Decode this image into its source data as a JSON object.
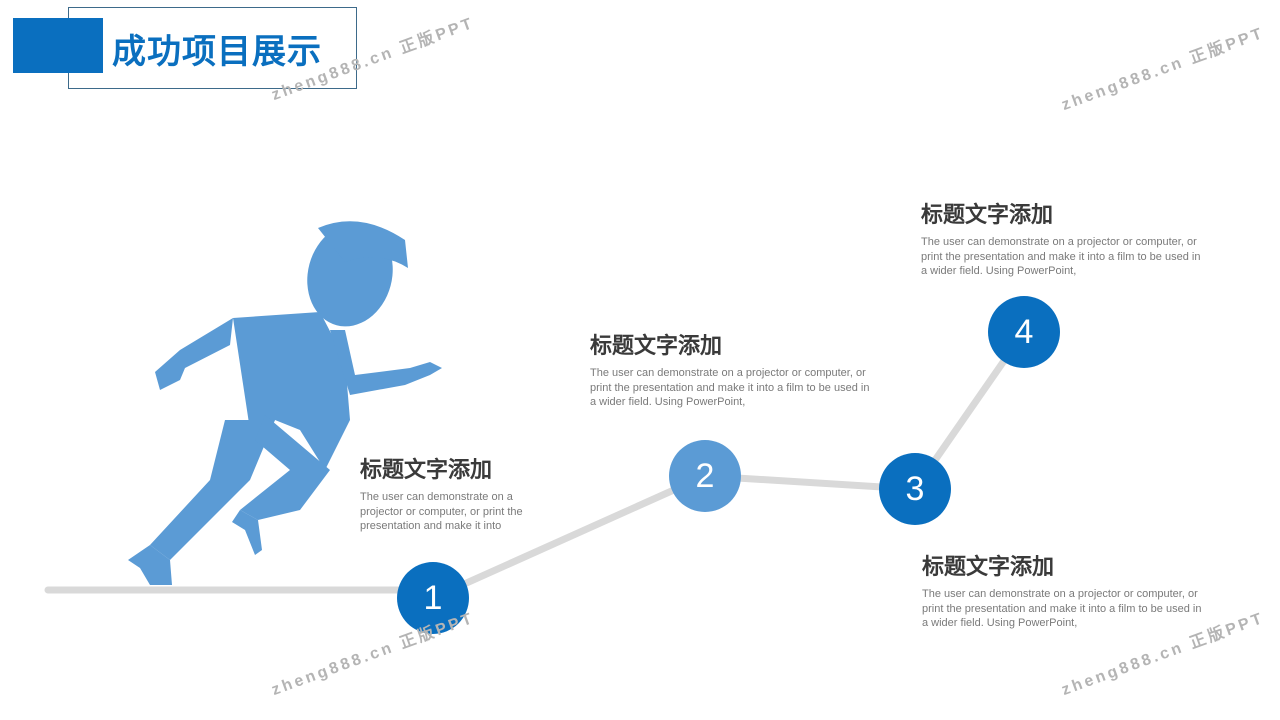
{
  "header": {
    "title": "成功项目展示"
  },
  "colors": {
    "accent": "#0a6fbf",
    "light_blue": "#5b9bd5",
    "line": "#d9d9d9",
    "figure": "#5b9bd5"
  },
  "steps": [
    {
      "number": "1",
      "title": "标题文字添加",
      "body": "The user can demonstrate on a projector or computer, or print the presentation and make it into"
    },
    {
      "number": "2",
      "title": "标题文字添加",
      "body": "The user can demonstrate on a projector or computer, or print the presentation and make it into a film to be used in a wider field. Using PowerPoint,"
    },
    {
      "number": "3",
      "title": "标题文字添加",
      "body": "The user can demonstrate on a projector or computer, or print the presentation and make it into a film to be used in a wider field. Using PowerPoint,"
    },
    {
      "number": "4",
      "title": "标题文字添加",
      "body": "The user can demonstrate on a projector or computer, or print the presentation and make it into a film to be used in a wider field. Using PowerPoint,"
    }
  ],
  "watermark": "zheng888.cn 正版PPT"
}
